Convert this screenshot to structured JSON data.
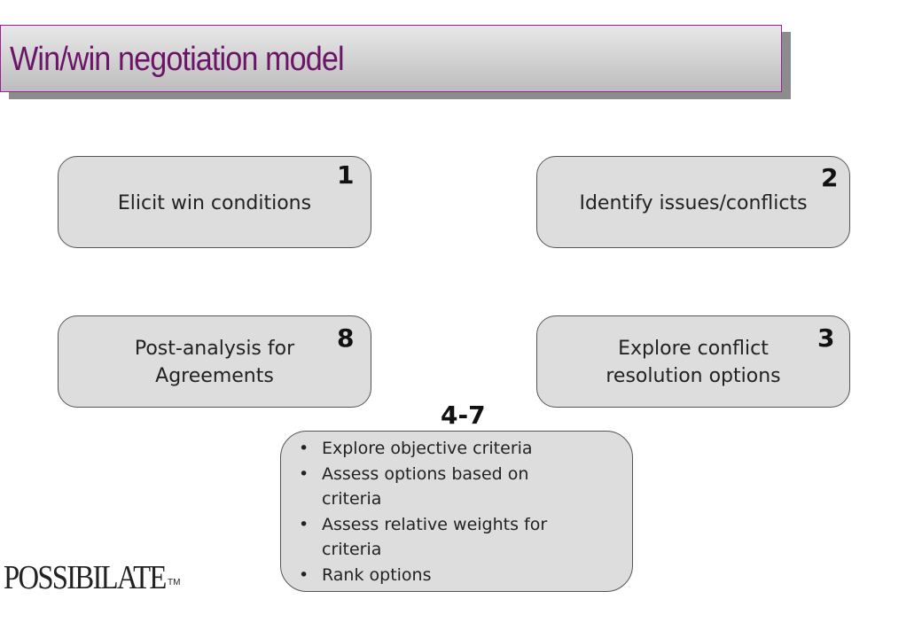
{
  "title": "Win/win negotiation model",
  "steps": [
    {
      "number": "1",
      "label": "Elicit win conditions"
    },
    {
      "number": "2",
      "label": "Identify issues/conflicts"
    },
    {
      "number": "3",
      "label_line1": "Explore conflict",
      "label_line2": "resolution options"
    },
    {
      "number": "8",
      "label_line1": "Post-analysis for",
      "label_line2": "Agreements"
    }
  ],
  "range": {
    "number": "4-7",
    "bullet_char": "•",
    "items": [
      {
        "line1": "Explore objective criteria"
      },
      {
        "line1": "Assess options based on",
        "line2": "criteria"
      },
      {
        "line1": "Assess relative weights for",
        "line2": "criteria"
      },
      {
        "line1": "Rank options"
      }
    ]
  },
  "logo": {
    "text": "POSSIBILATE",
    "tm": "TM"
  },
  "colors": {
    "title_text": "#6b1468",
    "title_border": "#9b1f9b",
    "box_fill": "#dddddd",
    "box_border": "#555555"
  }
}
